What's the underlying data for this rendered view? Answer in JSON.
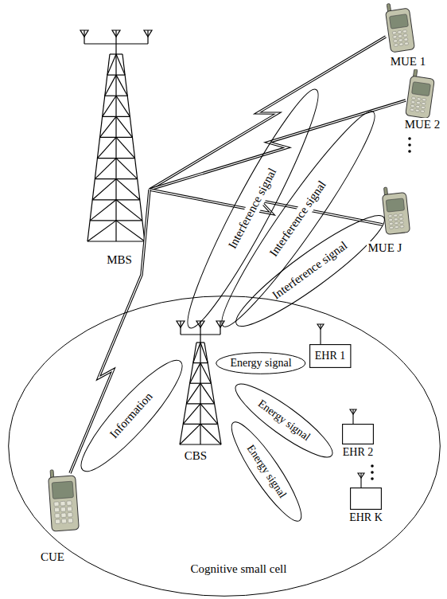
{
  "diagram": {
    "nodes": [
      {
        "text": [
          "Interference signal"
        ]
      },
      {
        "text": [
          "Interference signal"
        ]
      },
      {
        "text": [
          "Interference signal"
        ]
      },
      {
        "text": [
          "Cognitive small cell"
        ]
      },
      {
        "text": [
          "Energy signal"
        ],
        "in": 3
      },
      {
        "text": [
          "EHR 1"
        ],
        "in": 3
      },
      {
        "text": [
          "Information"
        ],
        "in": 3
      },
      {
        "text": [
          "Energy signal"
        ],
        "in": 3
      },
      {
        "text": [
          "Energy signal"
        ],
        "in": 3
      },
      {
        "text": [
          "EHR 2"
        ],
        "in": 3
      },
      {
        "text": [
          "EHR K"
        ],
        "in": 3
      }
    ],
    "labels": [
      "MUE 1",
      "MUE 2",
      "MBS",
      "MUE J",
      "CBS",
      "CUE"
    ]
  }
}
